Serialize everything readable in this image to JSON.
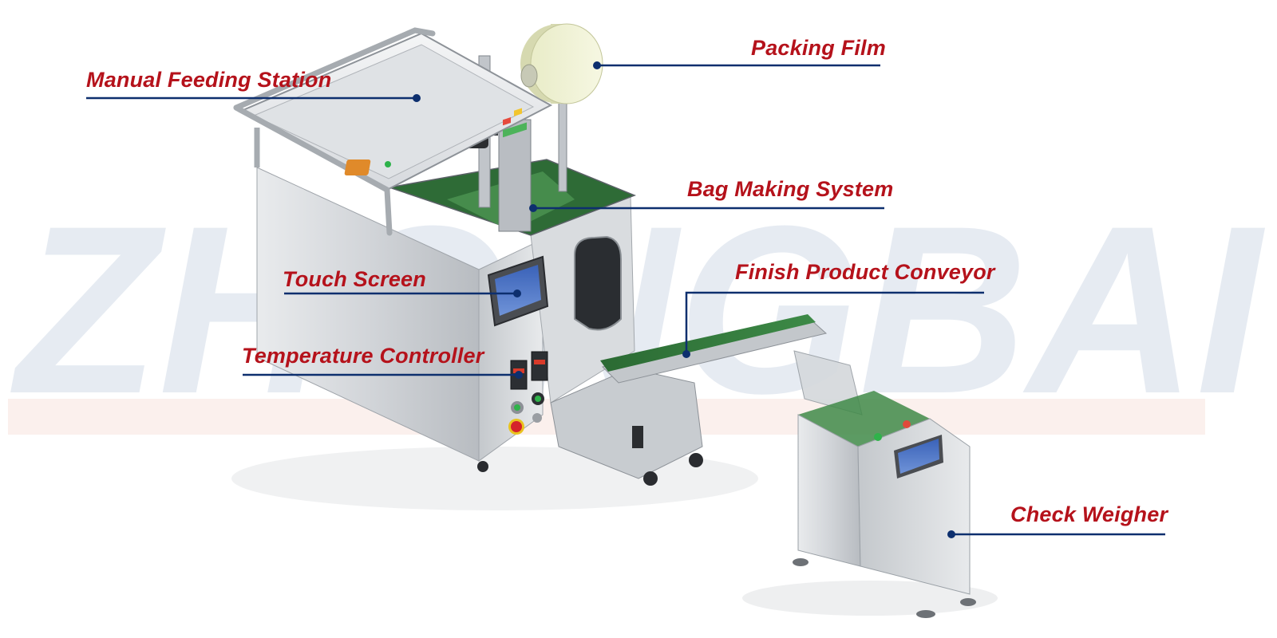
{
  "colors": {
    "label_text": "#b5121b",
    "leader_line": "#0d2f6e",
    "watermark_red": "#f1c4b8",
    "watermark_blue": "#c9d4e3",
    "machine_steel": "#cdd0d4",
    "belt_green": "#2f7a3a"
  },
  "watermark": {
    "text": "ZHONGBAI"
  },
  "callouts": {
    "packing_film": "Packing Film",
    "manual_feeding_station": "Manual Feeding Station",
    "bag_making_system": "Bag Making System",
    "finish_product_conveyor": "Finish Product Conveyor",
    "touch_screen": "Touch Screen",
    "temperature_controller": "Temperature Controller",
    "check_weigher": "Check Weigher"
  },
  "icons": [
    "film-roll-icon",
    "emergency-stop-button-icon",
    "green-start-button-icon",
    "touch-panel-icon"
  ]
}
